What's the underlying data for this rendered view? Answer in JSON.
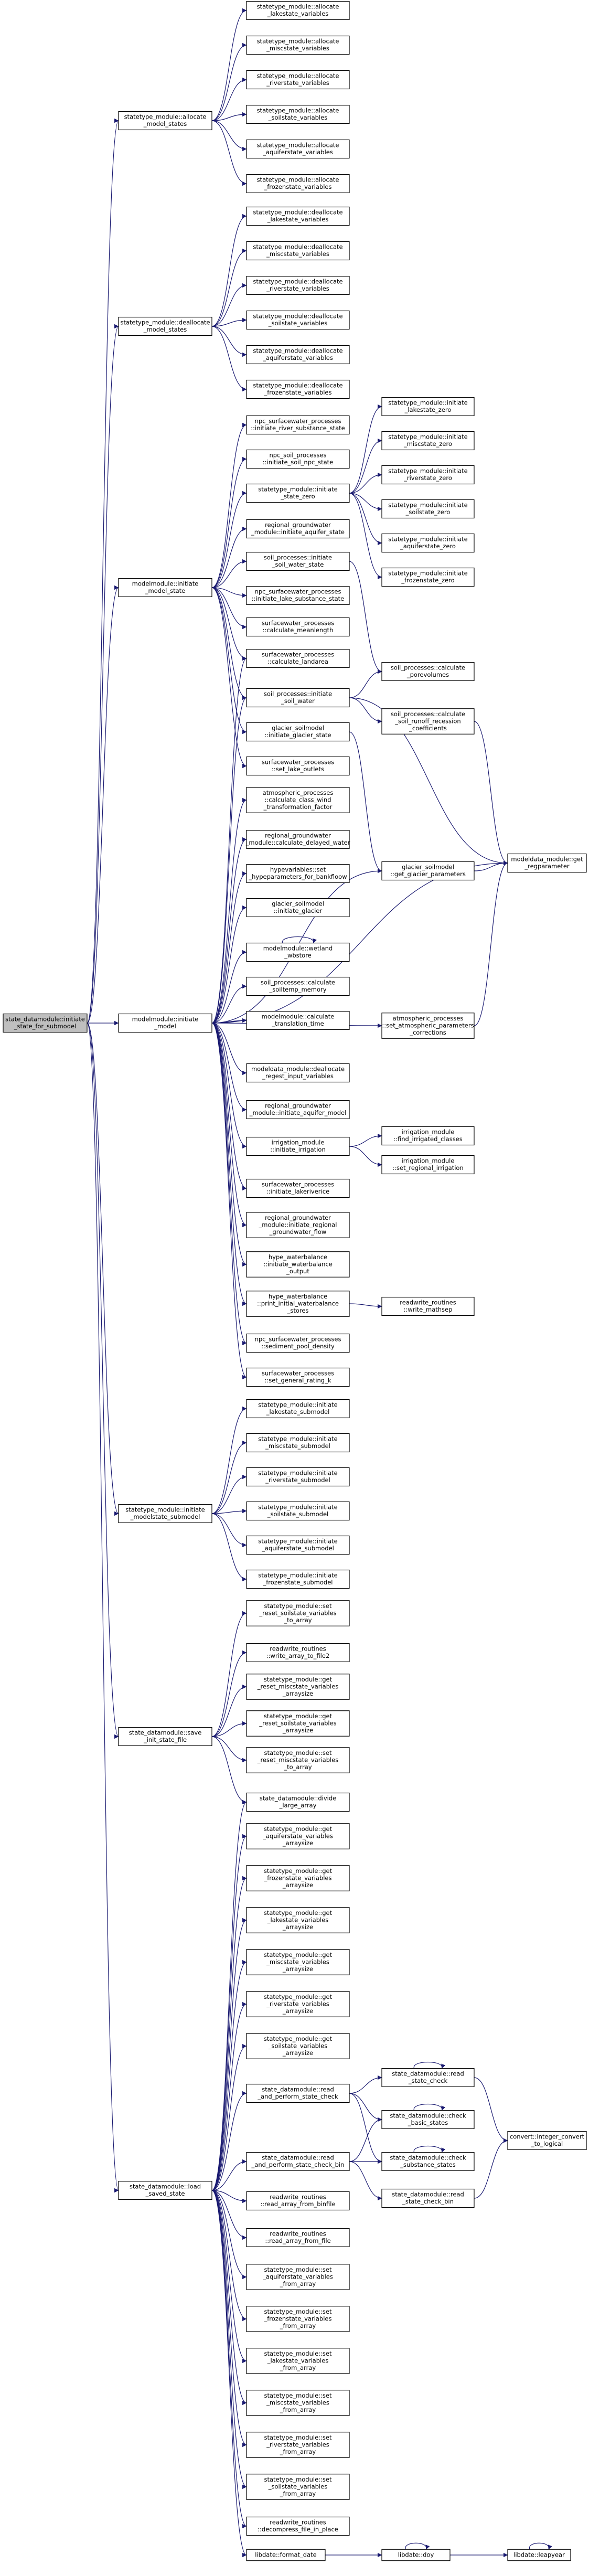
{
  "graph": {
    "title": "",
    "edge_color": "#191970",
    "root_fill": "#bfbfbf",
    "nodes": [
      {
        "id": "root",
        "lines": [
          "state_datamodule::initiate",
          "_state_for_submodel"
        ],
        "root": true
      },
      {
        "id": "alloc",
        "lines": [
          "statetype_module::allocate",
          "_model_states"
        ]
      },
      {
        "id": "a1",
        "lines": [
          "statetype_module::allocate",
          "_lakestate_variables"
        ]
      },
      {
        "id": "a2",
        "lines": [
          "statetype_module::allocate",
          "_miscstate_variables"
        ]
      },
      {
        "id": "a3",
        "lines": [
          "statetype_module::allocate",
          "_riverstate_variables"
        ]
      },
      {
        "id": "a4",
        "lines": [
          "statetype_module::allocate",
          "_soilstate_variables"
        ]
      },
      {
        "id": "a5",
        "lines": [
          "statetype_module::allocate",
          "_aquiferstate_variables"
        ]
      },
      {
        "id": "a6",
        "lines": [
          "statetype_module::allocate",
          "_frozenstate_variables"
        ]
      },
      {
        "id": "dealloc",
        "lines": [
          "statetype_module::deallocate",
          "_model_states"
        ]
      },
      {
        "id": "d1",
        "lines": [
          "statetype_module::deallocate",
          "_lakestate_variables"
        ]
      },
      {
        "id": "d2",
        "lines": [
          "statetype_module::deallocate",
          "_miscstate_variables"
        ]
      },
      {
        "id": "d3",
        "lines": [
          "statetype_module::deallocate",
          "_riverstate_variables"
        ]
      },
      {
        "id": "d4",
        "lines": [
          "statetype_module::deallocate",
          "_soilstate_variables"
        ]
      },
      {
        "id": "d5",
        "lines": [
          "statetype_module::deallocate",
          "_aquiferstate_variables"
        ]
      },
      {
        "id": "d6",
        "lines": [
          "statetype_module::deallocate",
          "_frozenstate_variables"
        ]
      },
      {
        "id": "imstate",
        "lines": [
          "modelmodule::initiate",
          "_model_state"
        ]
      },
      {
        "id": "npc1",
        "lines": [
          "npc_surfacewater_processes",
          "::initiate_river_substance_state"
        ]
      },
      {
        "id": "npcsoil",
        "lines": [
          "npc_soil_processes",
          "::initiate_soil_npc_state"
        ]
      },
      {
        "id": "izero",
        "lines": [
          "statetype_module::initiate",
          "_state_zero"
        ]
      },
      {
        "id": "z1",
        "lines": [
          "statetype_module::initiate",
          "_lakestate_zero"
        ]
      },
      {
        "id": "z2",
        "lines": [
          "statetype_module::initiate",
          "_miscstate_zero"
        ]
      },
      {
        "id": "z3",
        "lines": [
          "statetype_module::initiate",
          "_riverstate_zero"
        ]
      },
      {
        "id": "z4",
        "lines": [
          "statetype_module::initiate",
          "_soilstate_zero"
        ]
      },
      {
        "id": "z5",
        "lines": [
          "statetype_module::initiate",
          "_aquiferstate_zero"
        ]
      },
      {
        "id": "z6",
        "lines": [
          "statetype_module::initiate",
          "_frozenstate_zero"
        ]
      },
      {
        "id": "rgaq",
        "lines": [
          "regional_groundwater",
          "_module::initiate_aquifer_state"
        ]
      },
      {
        "id": "spsws",
        "lines": [
          "soil_processes::initiate",
          "_soil_water_state"
        ]
      },
      {
        "id": "npc2",
        "lines": [
          "npc_surfacewater_processes",
          "::initiate_lake_substance_state"
        ]
      },
      {
        "id": "swml",
        "lines": [
          "surfacewater_processes",
          "::calculate_meanlength"
        ]
      },
      {
        "id": "swla",
        "lines": [
          "surfacewater_processes",
          "::calculate_landarea"
        ]
      },
      {
        "id": "spsw",
        "lines": [
          "soil_processes::initiate",
          "_soil_water"
        ]
      },
      {
        "id": "pore",
        "lines": [
          "soil_processes::calculate",
          "_porevolumes"
        ]
      },
      {
        "id": "runoff",
        "lines": [
          "soil_processes::calculate",
          "_soil_runoff_recession",
          "_coefficients"
        ]
      },
      {
        "id": "glst",
        "lines": [
          "glacier_soilmodel",
          "::initiate_glacier_state"
        ]
      },
      {
        "id": "outlets",
        "lines": [
          "surfacewater_processes",
          "::set_lake_outlets"
        ]
      },
      {
        "id": "getreg",
        "lines": [
          "modeldata_module::get",
          "_regparameter"
        ]
      },
      {
        "id": "imodel",
        "lines": [
          "modelmodule::initiate",
          "_model"
        ]
      },
      {
        "id": "wind",
        "lines": [
          "atmospheric_processes",
          "::calculate_class_wind",
          "_transformation_factor"
        ]
      },
      {
        "id": "delay",
        "lines": [
          "regional_groundwater",
          "_module::calculate_delayed_water"
        ]
      },
      {
        "id": "bank",
        "lines": [
          "hypevariables::set",
          "_hypeparameters_for_bankfloow"
        ]
      },
      {
        "id": "glparam",
        "lines": [
          "glacier_soilmodel",
          "::get_glacier_parameters"
        ]
      },
      {
        "id": "iglac",
        "lines": [
          "glacier_soilmodel",
          "::initiate_glacier"
        ]
      },
      {
        "id": "wetland",
        "lines": [
          "modelmodule::wetland",
          "_wbstore"
        ]
      },
      {
        "id": "soilmem",
        "lines": [
          "soil_processes::calculate",
          "_soiltemp_memory"
        ]
      },
      {
        "id": "trans",
        "lines": [
          "modelmodule::calculate",
          "_translation_time"
        ]
      },
      {
        "id": "atmos",
        "lines": [
          "atmospheric_processes",
          "::set_atmospheric_parameters",
          "_corrections"
        ]
      },
      {
        "id": "dereg",
        "lines": [
          "modeldata_module::deallocate",
          "_regest_input_variables"
        ]
      },
      {
        "id": "rgiam",
        "lines": [
          "regional_groundwater",
          "_module::initiate_aquifer_model"
        ]
      },
      {
        "id": "irr",
        "lines": [
          "irrigation_module",
          "::initiate_irrigation"
        ]
      },
      {
        "id": "irr1",
        "lines": [
          "irrigation_module",
          "::find_irrigated_classes"
        ]
      },
      {
        "id": "irr2",
        "lines": [
          "irrigation_module",
          "::set_regional_irrigation"
        ]
      },
      {
        "id": "swlake",
        "lines": [
          "surfacewater_processes",
          "::initiate_lakeriverice"
        ]
      },
      {
        "id": "rgflow",
        "lines": [
          "regional_groundwater",
          "_module::initiate_regional",
          "_groundwater_flow"
        ]
      },
      {
        "id": "wbout",
        "lines": [
          "hype_waterbalance",
          "::initiate_waterbalance",
          "_output"
        ]
      },
      {
        "id": "wbflow",
        "lines": [
          "hype_waterbalance",
          "::print_initial_waterbalance",
          "_stores"
        ]
      },
      {
        "id": "mathsep",
        "lines": [
          "readwrite_routines",
          "::write_mathsep"
        ]
      },
      {
        "id": "sed",
        "lines": [
          "npc_surfacewater_processes",
          "::sediment_pool_density"
        ]
      },
      {
        "id": "rating",
        "lines": [
          "surfacewater_processes",
          "::set_general_rating_k"
        ]
      },
      {
        "id": "imsub",
        "lines": [
          "statetype_module::initiate",
          "_modelstate_submodel"
        ]
      },
      {
        "id": "s1",
        "lines": [
          "statetype_module::initiate",
          "_lakestate_submodel"
        ]
      },
      {
        "id": "s2",
        "lines": [
          "statetype_module::initiate",
          "_miscstate_submodel"
        ]
      },
      {
        "id": "s3",
        "lines": [
          "statetype_module::initiate",
          "_riverstate_submodel"
        ]
      },
      {
        "id": "s4",
        "lines": [
          "statetype_module::initiate",
          "_soilstate_submodel"
        ]
      },
      {
        "id": "s5",
        "lines": [
          "statetype_module::initiate",
          "_aquiferstate_submodel"
        ]
      },
      {
        "id": "s6",
        "lines": [
          "statetype_module::initiate",
          "_frozenstate_submodel"
        ]
      },
      {
        "id": "save",
        "lines": [
          "state_datamodule::save",
          "_init_state_file"
        ]
      },
      {
        "id": "v1",
        "lines": [
          "statetype_module::set",
          "_reset_soilstate_variables",
          "_to_array"
        ]
      },
      {
        "id": "v2",
        "lines": [
          "readwrite_routines",
          "::write_array_to_file2"
        ]
      },
      {
        "id": "v3",
        "lines": [
          "statetype_module::get",
          "_reset_miscstate_variables",
          "_arraysize"
        ]
      },
      {
        "id": "v4",
        "lines": [
          "statetype_module::get",
          "_reset_soilstate_variables",
          "_arraysize"
        ]
      },
      {
        "id": "v5",
        "lines": [
          "statetype_module::set",
          "_reset_miscstate_variables",
          "_to_array"
        ]
      },
      {
        "id": "divide",
        "lines": [
          "state_datamodule::divide",
          "_large_array"
        ]
      },
      {
        "id": "load",
        "lines": [
          "state_datamodule::load",
          "_saved_state"
        ]
      },
      {
        "id": "g1",
        "lines": [
          "statetype_module::get",
          "_aquiferstate_variables",
          "_arraysize"
        ]
      },
      {
        "id": "g2",
        "lines": [
          "statetype_module::get",
          "_frozenstate_variables",
          "_arraysize"
        ]
      },
      {
        "id": "g3",
        "lines": [
          "statetype_module::get",
          "_lakestate_variables",
          "_arraysize"
        ]
      },
      {
        "id": "g4",
        "lines": [
          "statetype_module::get",
          "_miscstate_variables",
          "_arraysize"
        ]
      },
      {
        "id": "g5",
        "lines": [
          "statetype_module::get",
          "_riverstate_variables",
          "_arraysize"
        ]
      },
      {
        "id": "g6",
        "lines": [
          "statetype_module::get",
          "_soilstate_variables",
          "_arraysize"
        ]
      },
      {
        "id": "rpsc",
        "lines": [
          "state_datamodule::read",
          "_and_perform_state_check"
        ]
      },
      {
        "id": "rsc",
        "lines": [
          "state_datamodule::read",
          "_state_check"
        ]
      },
      {
        "id": "cbs",
        "lines": [
          "state_datamodule::check",
          "_basic_states"
        ]
      },
      {
        "id": "conv",
        "lines": [
          "convert::integer_convert",
          "_to_logical"
        ]
      },
      {
        "id": "rpscb",
        "lines": [
          "state_datamodule::read",
          "_and_perform_state_check_bin"
        ]
      },
      {
        "id": "css",
        "lines": [
          "state_datamodule::check",
          "_substance_states"
        ]
      },
      {
        "id": "rscb",
        "lines": [
          "state_datamodule::read",
          "_state_check_bin"
        ]
      },
      {
        "id": "rafb",
        "lines": [
          "readwrite_routines",
          "::read_array_from_binfile"
        ]
      },
      {
        "id": "raff",
        "lines": [
          "readwrite_routines",
          "::read_array_from_file"
        ]
      },
      {
        "id": "t1",
        "lines": [
          "statetype_module::set",
          "_aquiferstate_variables",
          "_from_array"
        ]
      },
      {
        "id": "t2",
        "lines": [
          "statetype_module::set",
          "_frozenstate_variables",
          "_from_array"
        ]
      },
      {
        "id": "t3",
        "lines": [
          "statetype_module::set",
          "_lakestate_variables",
          "_from_array"
        ]
      },
      {
        "id": "t4",
        "lines": [
          "statetype_module::set",
          "_miscstate_variables",
          "_from_array"
        ]
      },
      {
        "id": "t5",
        "lines": [
          "statetype_module::set",
          "_riverstate_variables",
          "_from_array"
        ]
      },
      {
        "id": "t6",
        "lines": [
          "statetype_module::set",
          "_soilstate_variables",
          "_from_array"
        ]
      },
      {
        "id": "decomp",
        "lines": [
          "readwrite_routines",
          "::decompress_file_in_place"
        ]
      },
      {
        "id": "fmt",
        "lines": [
          "libdate::format_date"
        ]
      },
      {
        "id": "doy",
        "lines": [
          "libdate::doy"
        ]
      },
      {
        "id": "leap",
        "lines": [
          "libdate::leapyear"
        ]
      }
    ],
    "edges": [
      [
        "root",
        "alloc"
      ],
      [
        "root",
        "dealloc"
      ],
      [
        "root",
        "imstate"
      ],
      [
        "root",
        "imodel"
      ],
      [
        "root",
        "imsub"
      ],
      [
        "root",
        "save"
      ],
      [
        "root",
        "load"
      ],
      [
        "alloc",
        "a1"
      ],
      [
        "alloc",
        "a2"
      ],
      [
        "alloc",
        "a3"
      ],
      [
        "alloc",
        "a4"
      ],
      [
        "alloc",
        "a5"
      ],
      [
        "alloc",
        "a6"
      ],
      [
        "dealloc",
        "d1"
      ],
      [
        "dealloc",
        "d2"
      ],
      [
        "dealloc",
        "d3"
      ],
      [
        "dealloc",
        "d4"
      ],
      [
        "dealloc",
        "d5"
      ],
      [
        "dealloc",
        "d6"
      ],
      [
        "imstate",
        "npc1"
      ],
      [
        "imstate",
        "npcsoil"
      ],
      [
        "imstate",
        "izero"
      ],
      [
        "imstate",
        "rgaq"
      ],
      [
        "imstate",
        "spsws"
      ],
      [
        "imstate",
        "npc2"
      ],
      [
        "imstate",
        "swml"
      ],
      [
        "imstate",
        "swla"
      ],
      [
        "imstate",
        "spsw"
      ],
      [
        "imstate",
        "glst"
      ],
      [
        "imstate",
        "outlets"
      ],
      [
        "izero",
        "z1"
      ],
      [
        "izero",
        "z2"
      ],
      [
        "izero",
        "z3"
      ],
      [
        "izero",
        "z4"
      ],
      [
        "izero",
        "z5"
      ],
      [
        "izero",
        "z6"
      ],
      [
        "spsws",
        "pore"
      ],
      [
        "spsw",
        "pore"
      ],
      [
        "spsw",
        "runoff"
      ],
      [
        "spsw",
        "getreg"
      ],
      [
        "runoff",
        "getreg"
      ],
      [
        "glst",
        "glparam"
      ],
      [
        "glparam",
        "getreg"
      ],
      [
        "imodel",
        "wind"
      ],
      [
        "imodel",
        "delay"
      ],
      [
        "imodel",
        "bank"
      ],
      [
        "imodel",
        "glparam"
      ],
      [
        "imodel",
        "iglac"
      ],
      [
        "imodel",
        "wetland"
      ],
      [
        "imodel",
        "soilmem"
      ],
      [
        "imodel",
        "trans"
      ],
      [
        "imodel",
        "atmos"
      ],
      [
        "imodel",
        "dereg"
      ],
      [
        "imodel",
        "rgiam"
      ],
      [
        "imodel",
        "irr"
      ],
      [
        "imodel",
        "swlake"
      ],
      [
        "imodel",
        "rgflow"
      ],
      [
        "imodel",
        "wbout"
      ],
      [
        "imodel",
        "wbflow"
      ],
      [
        "imodel",
        "sed"
      ],
      [
        "imodel",
        "rating"
      ],
      [
        "imodel",
        "getreg"
      ],
      [
        "imodel",
        "swla"
      ],
      [
        "imodel",
        "spsw"
      ],
      [
        "atmos",
        "getreg"
      ],
      [
        "wetland",
        "wetland"
      ],
      [
        "irr",
        "irr1"
      ],
      [
        "irr",
        "irr2"
      ],
      [
        "wbflow",
        "mathsep"
      ],
      [
        "imsub",
        "s1"
      ],
      [
        "imsub",
        "s2"
      ],
      [
        "imsub",
        "s3"
      ],
      [
        "imsub",
        "s4"
      ],
      [
        "imsub",
        "s5"
      ],
      [
        "imsub",
        "s6"
      ],
      [
        "save",
        "v1"
      ],
      [
        "save",
        "v2"
      ],
      [
        "save",
        "v3"
      ],
      [
        "save",
        "v4"
      ],
      [
        "save",
        "v5"
      ],
      [
        "save",
        "divide"
      ],
      [
        "load",
        "g1"
      ],
      [
        "load",
        "g2"
      ],
      [
        "load",
        "g3"
      ],
      [
        "load",
        "g4"
      ],
      [
        "load",
        "g5"
      ],
      [
        "load",
        "g6"
      ],
      [
        "load",
        "rpsc"
      ],
      [
        "load",
        "rpscb"
      ],
      [
        "load",
        "rafb"
      ],
      [
        "load",
        "raff"
      ],
      [
        "load",
        "t1"
      ],
      [
        "load",
        "t2"
      ],
      [
        "load",
        "t3"
      ],
      [
        "load",
        "t4"
      ],
      [
        "load",
        "t5"
      ],
      [
        "load",
        "t6"
      ],
      [
        "load",
        "decomp"
      ],
      [
        "load",
        "fmt"
      ],
      [
        "load",
        "divide"
      ],
      [
        "rpsc",
        "rsc"
      ],
      [
        "rpsc",
        "cbs"
      ],
      [
        "rpsc",
        "css"
      ],
      [
        "rsc",
        "conv"
      ],
      [
        "rsc",
        "rsc"
      ],
      [
        "cbs",
        "cbs"
      ],
      [
        "rpscb",
        "cbs"
      ],
      [
        "rpscb",
        "css"
      ],
      [
        "rpscb",
        "rscb"
      ],
      [
        "rscb",
        "conv"
      ],
      [
        "css",
        "css"
      ],
      [
        "fmt",
        "doy"
      ],
      [
        "doy",
        "leap"
      ],
      [
        "doy",
        "doy"
      ],
      [
        "leap",
        "leap"
      ]
    ]
  }
}
